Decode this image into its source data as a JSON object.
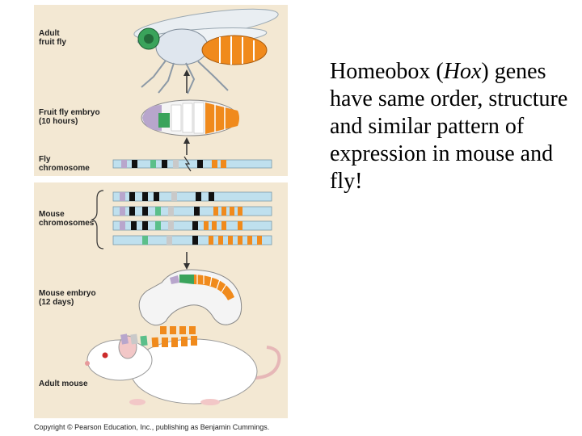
{
  "figure": {
    "labels": {
      "adult_fruit_fly": "Adult\nfruit fly",
      "fruit_fly_embryo": "Fruit fly embryo\n(10 hours)",
      "fly_chromosome": "Fly\nchromosome",
      "mouse_chromosomes": "Mouse\nchromosomes",
      "mouse_embryo": "Mouse embryo\n(12 days)",
      "adult_mouse": "Adult mouse"
    },
    "copyright": "Copyright © Pearson Education, Inc., publishing as Benjamin Cummings."
  },
  "slide_text": {
    "part1": "Homeobox (",
    "italic": "Hox",
    "part2": ") genes have same order, structure and similar pattern of expression in mouse and fly!"
  },
  "colors": {
    "panel": "#f3e8d3",
    "chromosome": "#bfe0ee",
    "lavender": "#b8a6cc",
    "black": "#111111",
    "green": "#5bbf8a",
    "gray": "#c9c9c9",
    "orange": "#f08a1c",
    "fly_head_green": "#3aa35b"
  }
}
